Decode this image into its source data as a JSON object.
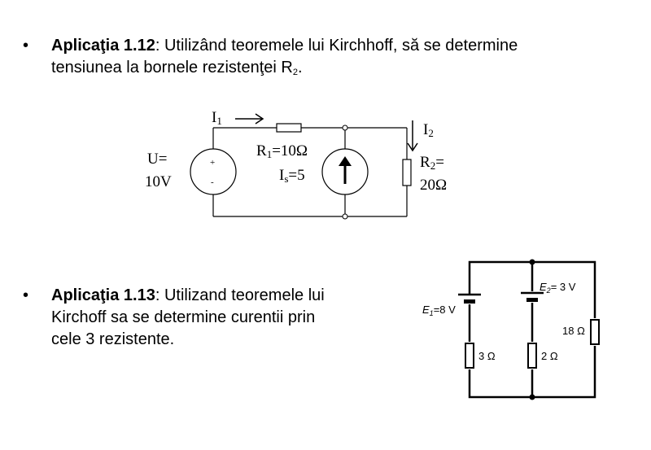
{
  "bullets": [
    {
      "marker": "•",
      "title": "Aplicaţia 1.12",
      "line1": ": Utilizând teoremele lui Kirchhoff, să se determine",
      "line2": "tensiunea la bornele rezistenţei R",
      "line2_sub": "2",
      "line2_end": "."
    },
    {
      "marker": "•",
      "title": "Aplicaţia 1.13",
      "line1": ": Utilizand teoremele lui",
      "line2": "Kirchoff sa se determine curentii prin",
      "line3": "cele 3 rezistente."
    }
  ],
  "circuit1": {
    "source_label_1": "U=",
    "source_label_2": "10V",
    "plus": "+",
    "minus": "-",
    "i1": "I",
    "i1_sub": "1",
    "i2": "I",
    "i2_sub": "2",
    "r1": "R",
    "r1_sub": "1",
    "r1_val": "=10Ω",
    "is": "I",
    "is_sub": "s",
    "is_val": "=5",
    "r2_1": "R",
    "r2_sub": "2",
    "r2_eq": "=",
    "r2_2": "20Ω"
  },
  "circuit2": {
    "e1": "E",
    "e1_sub": "1",
    "e1_val": "=8 V",
    "e2": "E",
    "e2_sub": "2",
    "e2_val": "= 3 V",
    "r18": "18 Ω",
    "r3": "3 Ω",
    "r2": "2 Ω"
  }
}
